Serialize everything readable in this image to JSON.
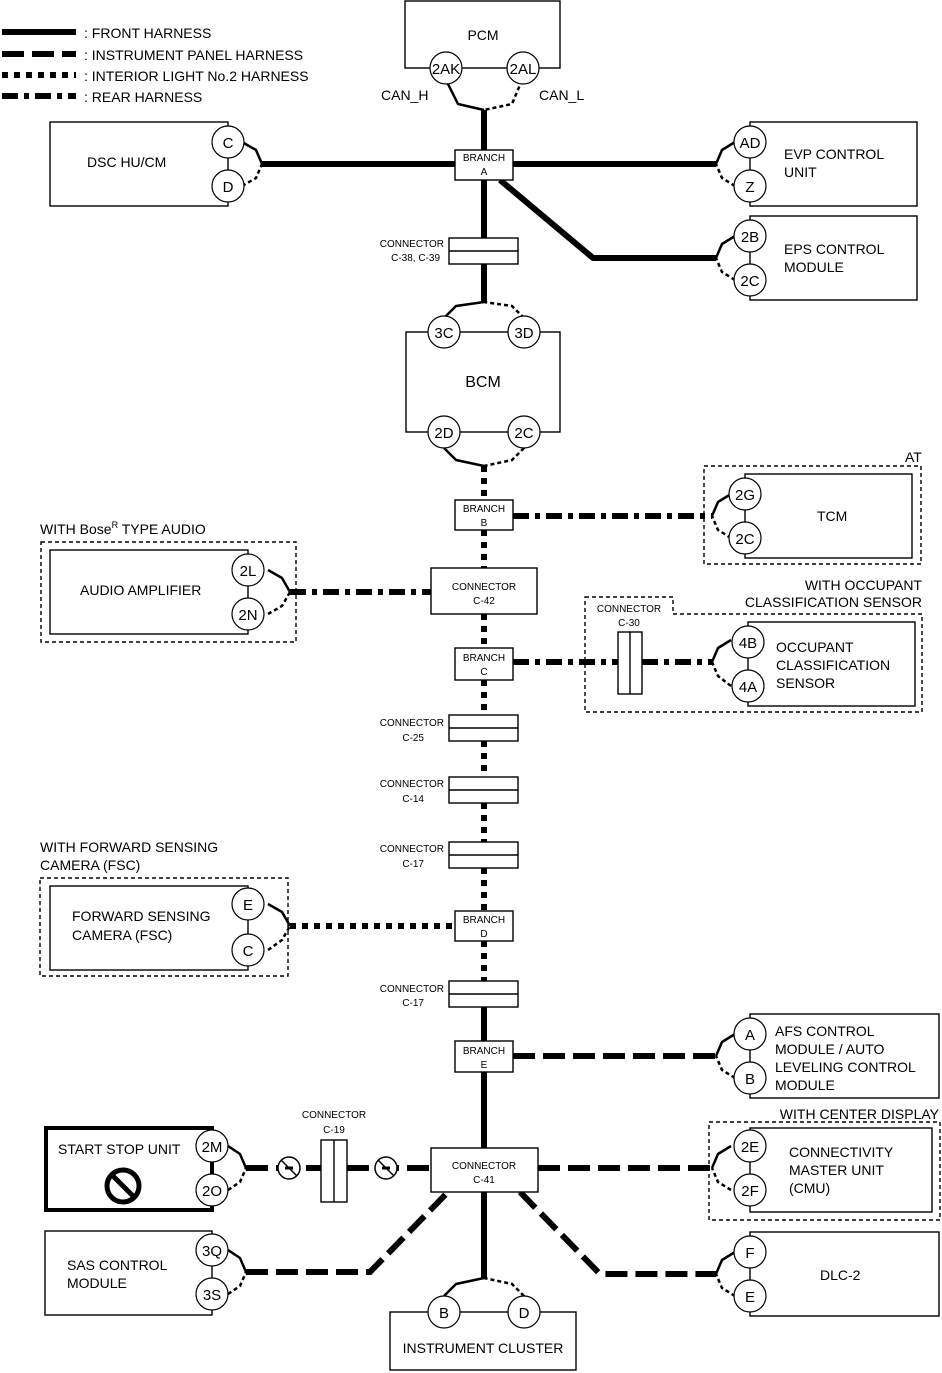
{
  "legend": [
    {
      "style": "front",
      "label": ": FRONT HARNESS"
    },
    {
      "style": "ip",
      "label": ": INSTRUMENT PANEL HARNESS"
    },
    {
      "style": "il",
      "label": ": INTERIOR LIGHT No.2 HARNESS"
    },
    {
      "style": "rear",
      "label": ": REAR HARNESS"
    }
  ],
  "modules": {
    "pcm": {
      "name": "PCM",
      "pins": [
        "2AK",
        "2AL"
      ],
      "can_h": "CAN_H",
      "can_l": "CAN_L"
    },
    "dsc": {
      "name": "DSC HU/CM",
      "pins": [
        "C",
        "D"
      ]
    },
    "evp": {
      "name_1": "EVP CONTROL",
      "name_2": "UNIT",
      "pins": [
        "AD",
        "Z"
      ]
    },
    "eps": {
      "name_1": "EPS CONTROL",
      "name_2": "MODULE",
      "pins": [
        "2B",
        "2C"
      ]
    },
    "bcm": {
      "name": "BCM",
      "pins_top": [
        "3C",
        "3D"
      ],
      "pins_bottom": [
        "2D",
        "2C"
      ]
    },
    "tcm": {
      "name": "TCM",
      "pins": [
        "2G",
        "2C"
      ],
      "condition": "AT"
    },
    "amp": {
      "name": "AUDIO AMPLIFIER",
      "pins": [
        "2L",
        "2N"
      ],
      "condition_pre": "WITH Bose",
      "condition_sup": "R",
      "condition_post": " TYPE AUDIO"
    },
    "ocs": {
      "name_1": "OCCUPANT",
      "name_2": "CLASSIFICATION",
      "name_3": "SENSOR",
      "pins": [
        "4B",
        "4A"
      ],
      "condition_1": "WITH OCCUPANT",
      "condition_2": "CLASSIFICATION SENSOR"
    },
    "fsc": {
      "name_1": "FORWARD SENSING",
      "name_2": "CAMERA (FSC)",
      "pins": [
        "E",
        "C"
      ],
      "condition_1": "WITH FORWARD SENSING",
      "condition_2": "CAMERA (FSC)"
    },
    "afs": {
      "name_1": "AFS CONTROL",
      "name_2": "MODULE / AUTO",
      "name_3": "LEVELING CONTROL",
      "name_4": "MODULE",
      "pins": [
        "A",
        "B"
      ]
    },
    "sss": {
      "name": "START STOP UNIT",
      "pins": [
        "2M",
        "2O"
      ]
    },
    "cmu": {
      "name_1": "CONNECTIVITY",
      "name_2": "MASTER UNIT",
      "name_3": "(CMU)",
      "pins": [
        "2E",
        "2F"
      ],
      "condition": "WITH CENTER DISPLAY"
    },
    "sas": {
      "name_1": "SAS CONTROL",
      "name_2": "MODULE",
      "pins": [
        "3Q",
        "3S"
      ]
    },
    "dlc": {
      "name": "DLC-2",
      "pins": [
        "F",
        "E"
      ]
    },
    "cluster": {
      "name": "INSTRUMENT CLUSTER",
      "pins": [
        "B",
        "D"
      ]
    }
  },
  "junctions": {
    "branch_a": {
      "title": "BRANCH",
      "id": "A"
    },
    "branch_b": {
      "title": "BRANCH",
      "id": "B"
    },
    "branch_c": {
      "title": "BRANCH",
      "id": "C"
    },
    "branch_d": {
      "title": "BRANCH",
      "id": "D"
    },
    "branch_e": {
      "title": "BRANCH",
      "id": "E"
    },
    "c38": {
      "title": "CONNECTOR",
      "id": "C-38, C-39"
    },
    "c42": {
      "title": "CONNECTOR",
      "id": "C-42"
    },
    "c30": {
      "title": "CONNECTOR",
      "id": "C-30"
    },
    "c25": {
      "title": "CONNECTOR",
      "id": "C-25"
    },
    "c14": {
      "title": "CONNECTOR",
      "id": "C-14"
    },
    "c17a": {
      "title": "CONNECTOR",
      "id": "C-17"
    },
    "c17b": {
      "title": "CONNECTOR",
      "id": "C-17"
    },
    "c19": {
      "title": "CONNECTOR",
      "id": "C-19"
    },
    "c41": {
      "title": "CONNECTOR",
      "id": "C-41"
    }
  }
}
